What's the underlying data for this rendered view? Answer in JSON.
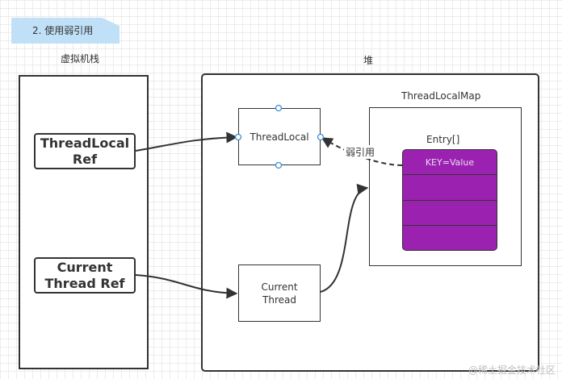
{
  "header_tag": "2. 使用弱引用",
  "stack": {
    "title": "虚拟机栈",
    "threadlocal_ref": "ThreadLocal Ref",
    "current_thread_ref": "Current Thread Ref"
  },
  "heap": {
    "title": "堆",
    "threadlocal_object": "ThreadLocal",
    "current_thread_line1": "Current",
    "current_thread_line2": "Thread",
    "map_title": "ThreadLocalMap",
    "entry_title": "Entry[]",
    "entry_rows": [
      "KEY=Value",
      "",
      "",
      ""
    ],
    "weak_ref_label": "弱引用"
  },
  "watermark": "@稀土掘金技术社区",
  "colors": {
    "entry_fill": "#9b22b1",
    "tag_fill": "#bfe0f7",
    "handle": "#3a8fd6"
  }
}
